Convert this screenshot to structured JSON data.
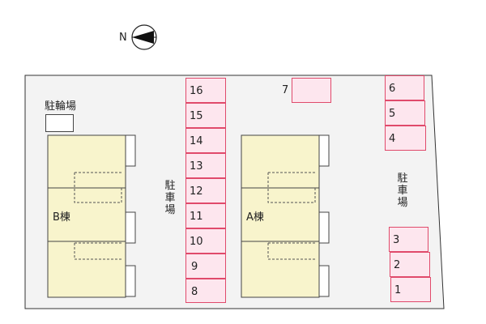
{
  "compass": {
    "north_label": "N",
    "icon": "north-arrow-icon"
  },
  "labels": {
    "bicycle_parking": "駐輪場",
    "parking_center": "駐車場",
    "parking_right": "駐車場",
    "building_b": "B棟",
    "building_a": "A棟"
  },
  "parking": {
    "center_column": [
      "16",
      "15",
      "14",
      "13",
      "12",
      "11",
      "10",
      "9",
      "8"
    ],
    "top_single": "7",
    "right_top": [
      "6",
      "5",
      "4"
    ],
    "right_bottom": [
      "3",
      "2",
      "1"
    ]
  },
  "colors": {
    "slot_fill": "#fde6ee",
    "slot_border": "#e04a6b",
    "building_fill": "#f8f4cc",
    "lot_fill": "#f3f3f3",
    "outline": "#333333"
  }
}
